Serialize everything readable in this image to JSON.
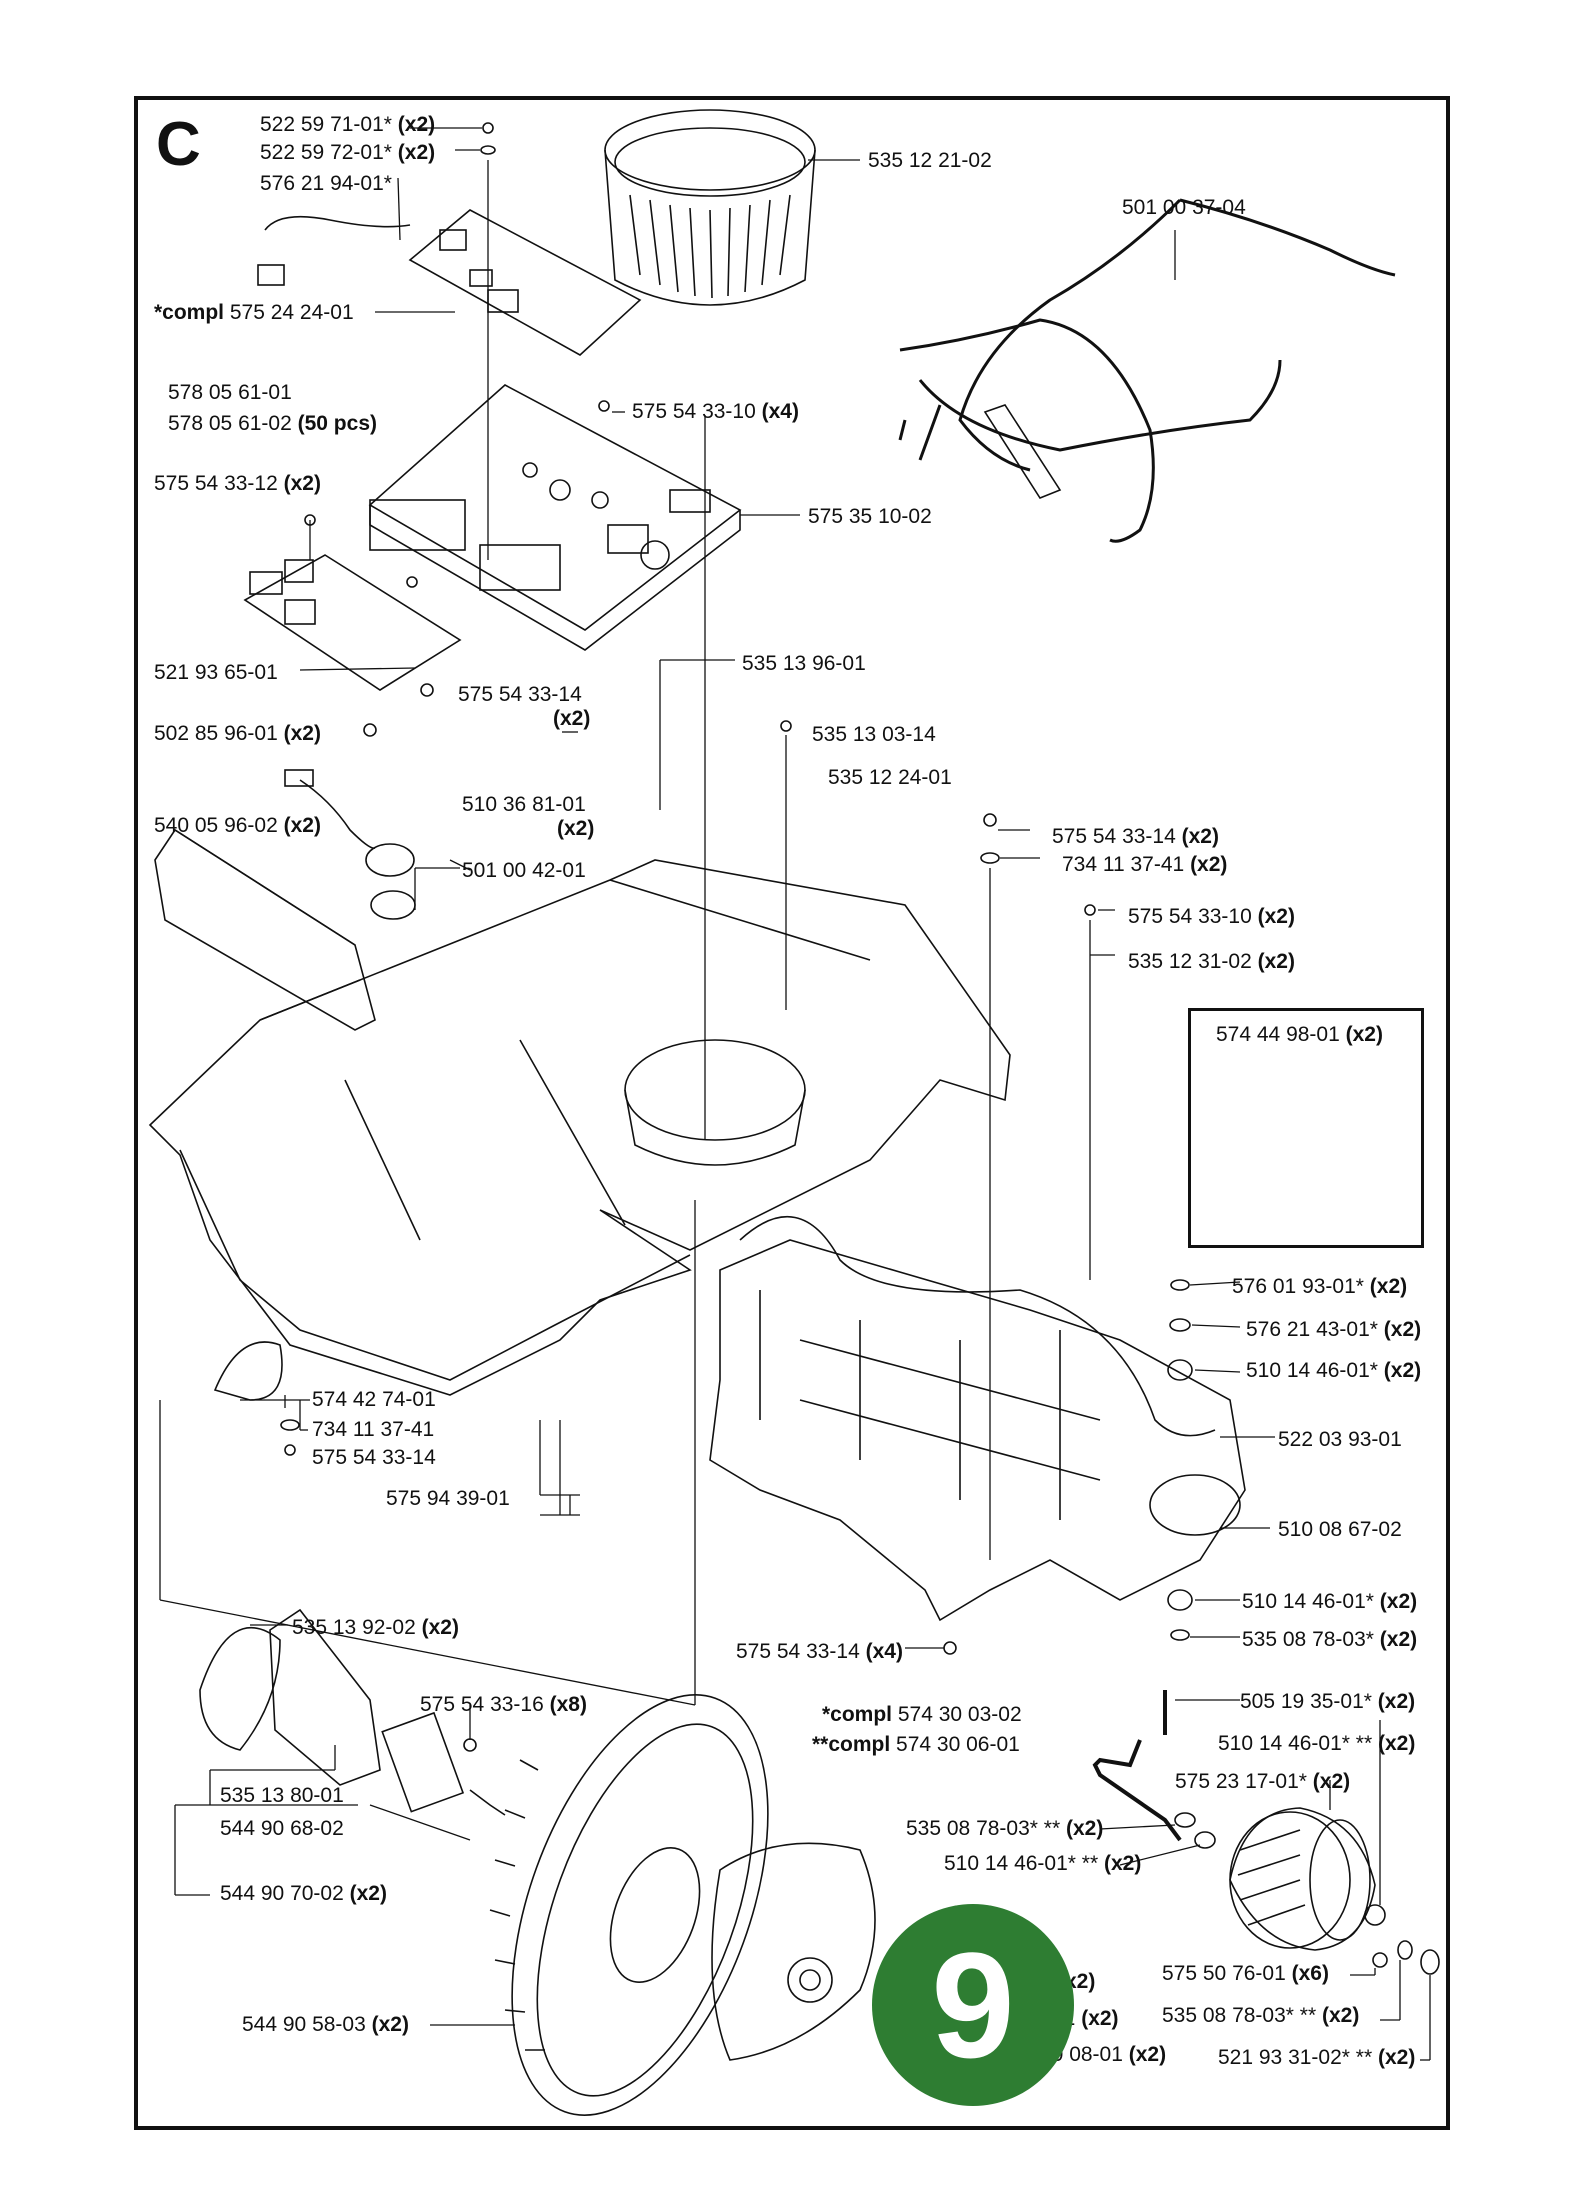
{
  "diagram": {
    "section_letter": "C",
    "page_number": "9",
    "compl_notes": [
      {
        "mark": "*compl",
        "part": "574 30 03-02"
      },
      {
        "mark": "**compl",
        "part": "574 30 06-01"
      }
    ],
    "callouts": [
      {
        "part": "522 59 71-01*",
        "qty": "(x2)"
      },
      {
        "part": "522 59 72-01*",
        "qty": "(x2)"
      },
      {
        "part": "576 21 94-01*",
        "qty": ""
      },
      {
        "part": "575 24 24-01",
        "prefix": "*compl",
        "qty": ""
      },
      {
        "part": "578 05 61-01",
        "qty": ""
      },
      {
        "part": "578 05 61-02",
        "qty": "(50 pcs)"
      },
      {
        "part": "575 54 33-12",
        "qty": "(x2)"
      },
      {
        "part": "521 93 65-01",
        "qty": ""
      },
      {
        "part": "502 85 96-01",
        "qty": "(x2)"
      },
      {
        "part": "540 05 96-02",
        "qty": "(x2)"
      },
      {
        "part": "535 12 21-02",
        "qty": ""
      },
      {
        "part": "501 00 37-04",
        "qty": ""
      },
      {
        "part": "575 54 33-10",
        "qty": "(x4)"
      },
      {
        "part": "575 35 10-02",
        "qty": ""
      },
      {
        "part": "535 13 96-01",
        "qty": ""
      },
      {
        "part": "575 54 33-14",
        "qty": "(x2)"
      },
      {
        "part": "535 13 03-14",
        "qty": ""
      },
      {
        "part": "535 12 24-01",
        "qty": ""
      },
      {
        "part": "510 36 81-01",
        "qty": "(x2)"
      },
      {
        "part": "501 00 42-01",
        "qty": ""
      },
      {
        "part": "575 54 33-14",
        "qty": "(x2)"
      },
      {
        "part": "734 11 37-41",
        "qty": "(x2)"
      },
      {
        "part": "575 54 33-10",
        "qty": "(x2)"
      },
      {
        "part": "535 12 31-02",
        "qty": "(x2)"
      },
      {
        "part": "574 44 98-01",
        "qty": "(x2)"
      },
      {
        "part": "576 01 93-01*",
        "qty": "(x2)"
      },
      {
        "part": "576 21 43-01*",
        "qty": "(x2)"
      },
      {
        "part": "510 14 46-01*",
        "qty": "(x2)"
      },
      {
        "part": "522 03 93-01",
        "qty": ""
      },
      {
        "part": "510 08 67-02",
        "qty": ""
      },
      {
        "part": "574 42 74-01",
        "qty": ""
      },
      {
        "part": "734 11 37-41",
        "qty": ""
      },
      {
        "part": "575 54 33-14",
        "qty": ""
      },
      {
        "part": "575 94 39-01",
        "qty": ""
      },
      {
        "part": "510 14 46-01*",
        "qty": "(x2)"
      },
      {
        "part": "535 08 78-03*",
        "qty": "(x2)"
      },
      {
        "part": "535 13 92-02",
        "qty": "(x2)"
      },
      {
        "part": "575 54 33-14",
        "qty": "(x4)"
      },
      {
        "part": "505 19 35-01*",
        "qty": "(x2)"
      },
      {
        "part": "575 54 33-16",
        "qty": "(x8)"
      },
      {
        "part": "510 14 46-01* **",
        "qty": "(x2)"
      },
      {
        "part": "575 23 17-01*",
        "qty": "(x2)"
      },
      {
        "part": "535 13 80-01",
        "qty": ""
      },
      {
        "part": "544 90 68-02",
        "qty": ""
      },
      {
        "part": "535 08 78-03* **",
        "qty": "(x2)"
      },
      {
        "part": "510 14 46-01* **",
        "qty": "(x2)"
      },
      {
        "part": "544 90 70-02",
        "qty": "(x2)"
      },
      {
        "part": "575 50 76-01",
        "qty": "(x6)"
      },
      {
        "part": "535 08 78-03* **",
        "qty": "(x2)"
      },
      {
        "part": "544 90 58-03",
        "qty": "(x2)"
      },
      {
        "part": "521 93 31-02* **",
        "qty": "(x2)"
      },
      {
        "part": "01",
        "qty": "(x2)"
      },
      {
        "part": "20 08-01",
        "qty": "(x2)"
      },
      {
        "part": "",
        "qty": "(x2)"
      }
    ]
  }
}
